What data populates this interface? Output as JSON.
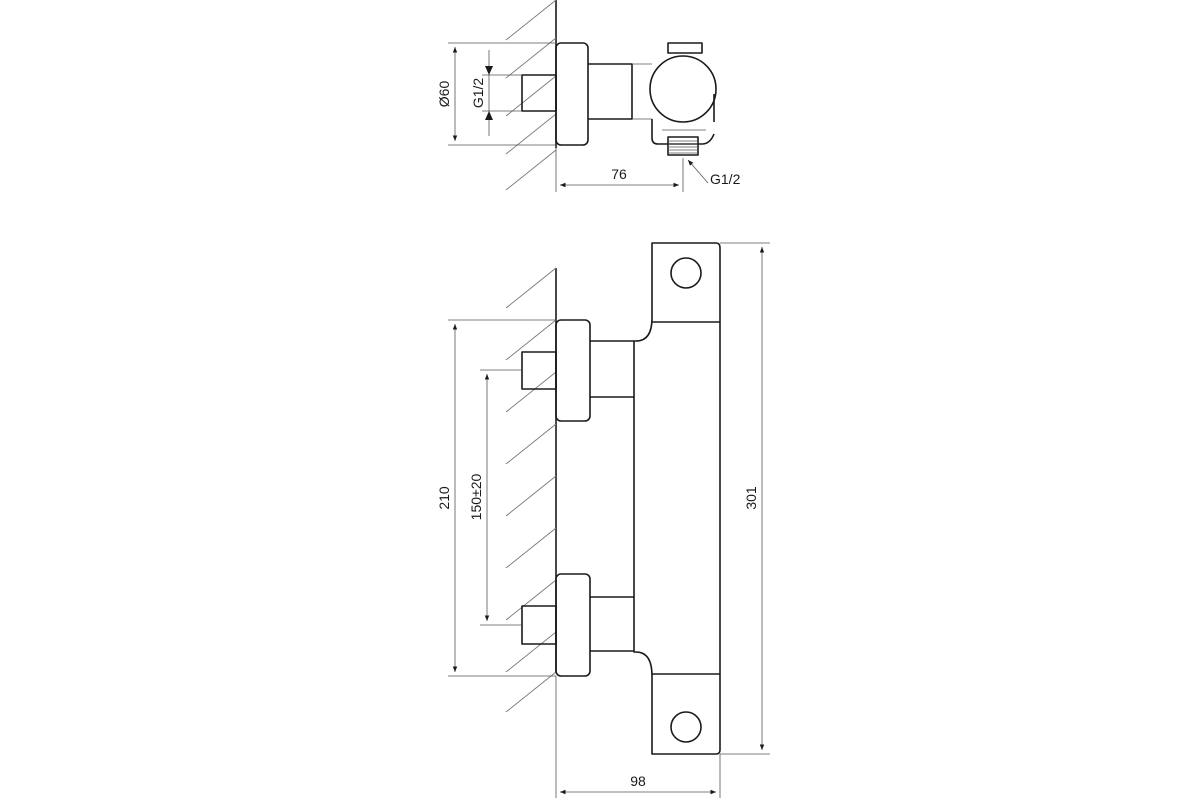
{
  "top_view": {
    "diameter_label": "Ø60",
    "inlet_thread_label": "G1/2",
    "depth_label": "76",
    "outlet_thread_label": "G1/2"
  },
  "front_view": {
    "inlet_spacing_outer_label": "210",
    "inlet_spacing_label": "150±20",
    "height_label": "301",
    "width_label": "98"
  }
}
